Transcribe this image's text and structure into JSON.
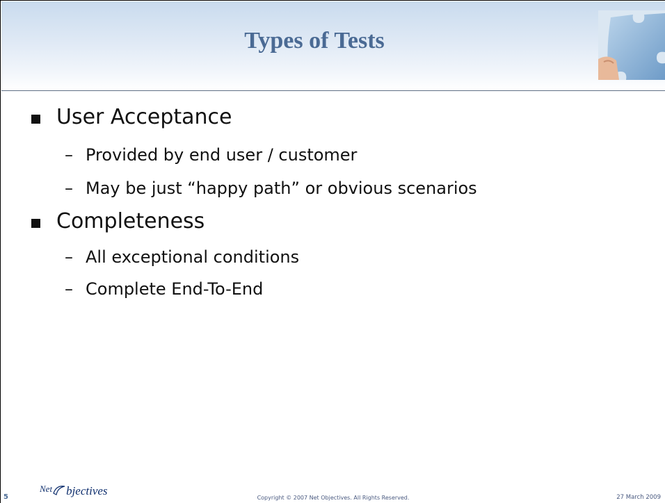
{
  "slide": {
    "title": "Types of Tests",
    "number": "5",
    "logo_text": "Net Objectives",
    "copyright": "Copyright © 2007 Net Objectives. All Rights Reserved.",
    "date": "27 March 2009"
  },
  "bullets": [
    {
      "text": "User Acceptance",
      "sub": [
        "Provided by end user / customer",
        "May be just “happy path” or obvious scenarios"
      ]
    },
    {
      "text": "Completeness",
      "sub": [
        "All exceptional conditions",
        "Complete End-To-End"
      ]
    }
  ],
  "colors": {
    "title": "#4a6a94",
    "header_gradient_top": "#c9dbee",
    "text": "#111111"
  }
}
